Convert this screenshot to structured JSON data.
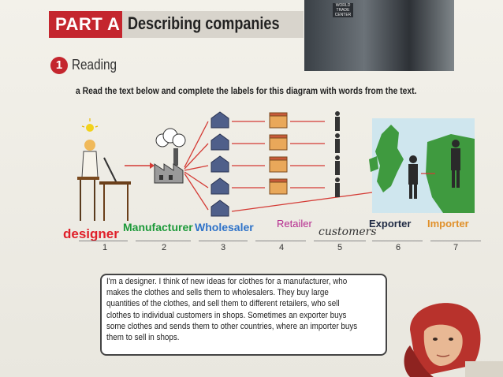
{
  "header": {
    "part": "PART A",
    "title": "Describing companies"
  },
  "photo": {
    "sign": "WORLD TRADE CENTER"
  },
  "section": {
    "number": "1",
    "title": "Reading"
  },
  "instruction": "a  Read the text below and complete the labels for this diagram with words from the text.",
  "labels": {
    "designer": "designer",
    "manufacturer": "Manufacturer",
    "wholesaler": "Wholesaler",
    "retailer": "Retailer",
    "customers": "customers",
    "exporter": "Exporter",
    "importer": "Importer"
  },
  "numbers": [
    "1",
    "2",
    "3",
    "4",
    "5",
    "6",
    "7"
  ],
  "bubble_text": "I'm a designer. I think of new ideas for clothes for a manufacturer, who makes the clothes and sells them to wholesalers. They buy large quantities of the clothes, and sell them to different retailers, who sell clothes to individual customers in shops. Sometimes an exporter buys some clothes and sends them to other countries, where an importer buys them to sell in shops.",
  "colors": {
    "accent": "#c4262e",
    "designer": "#e0202a",
    "manufacturer": "#1d9a3a",
    "wholesaler": "#2f73c9",
    "retailer": "#b52a8e",
    "exporter": "#1f2a44",
    "importer": "#e0902a"
  }
}
